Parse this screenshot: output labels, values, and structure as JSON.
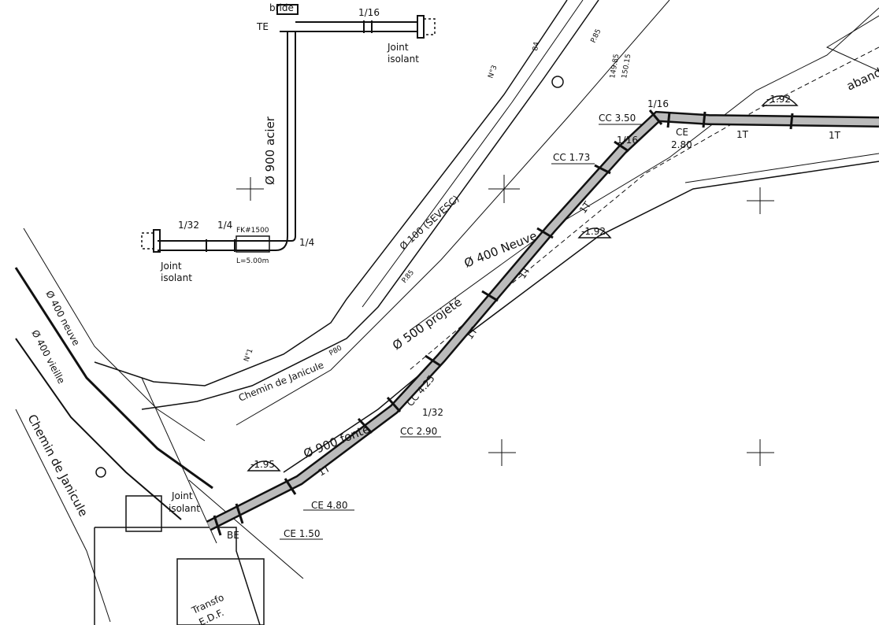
{
  "detail": {
    "bride": "bride",
    "te": "TE",
    "bend_top": "1/16",
    "joint_top_1": "Joint",
    "joint_top_2": "isolant",
    "pipe_label": "Ø 900 acier",
    "bend_a": "1/32",
    "bend_b": "1/4",
    "fk": "FK#1500",
    "ls": "L=5.00m",
    "bend_c": "1/4",
    "joint_left_1": "Joint",
    "joint_left_2": "isolant"
  },
  "network": {
    "n3": "N°3",
    "n1": "N°1",
    "p85": "P.85",
    "p80": "P80",
    "sevesc": "Ø 100 (SEVESC)",
    "neuve400": "Ø 400 Neuve",
    "projete500": "Ø 500 projeté",
    "fonte900": "Ø 900 fonte",
    "road_main": "Chemin de Janicule",
    "road_left": "Chemin de Janicule",
    "neuve_left": "Ø 400 neuve",
    "vieille_left": "Ø 400 vieille",
    "abandon": "abandon",
    "transfo_1": "Transfo",
    "transfo_2": "E.D.F.",
    "frag_84": "84",
    "frag_pe85": "P.85",
    "frag_149": "149.85",
    "frag_150": "150.15"
  },
  "fittings": {
    "cc350": "CC 3.50",
    "f116a": "1/16",
    "f116b": "1/16",
    "ce": "CE",
    "ce280": "2.80",
    "cc173": "CC 1.73",
    "t1": "1T",
    "t2": "1T",
    "t3": "1T",
    "t4": "1T",
    "t5": "1T",
    "t6": "1T",
    "tag192a": "-1.92",
    "tag192b": "-1.92",
    "cc425": "CC 4.25",
    "f132": "1/32",
    "cc290": "CC 2.90",
    "tag195": "-1.95",
    "ce480": "CE 4.80",
    "ce150": "CE 1.50",
    "be": "BE",
    "joint_b_1": "Joint",
    "joint_b_2": "isolant"
  }
}
